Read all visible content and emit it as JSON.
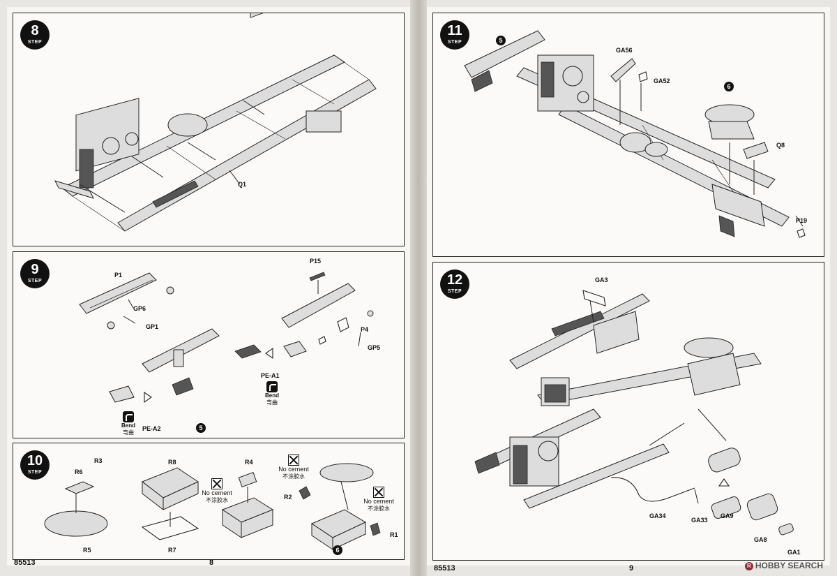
{
  "left_page": {
    "page_number": "8",
    "product_code": "85513",
    "step8": {
      "number": "8",
      "step_label": "STEP",
      "parts": {
        "q1": "Q1"
      }
    },
    "step9": {
      "number": "9",
      "step_label": "STEP",
      "parts": {
        "p1": "P1",
        "gp6": "GP6",
        "gp1": "GP1",
        "p15": "P15",
        "p4": "P4",
        "gp5": "GP5",
        "pe_a1": "PE-A1",
        "pe_a2": "PE-A2"
      },
      "bend1": {
        "en": "Bend",
        "zh": "弯曲"
      },
      "bend2": {
        "en": "Bend",
        "zh": "弯曲"
      },
      "callout": "5"
    },
    "step10": {
      "number": "10",
      "step_label": "STEP",
      "parts": {
        "r3": "R3",
        "r6": "R6",
        "r5": "R5",
        "r8": "R8",
        "r7": "R7",
        "r4": "R4",
        "r2": "R2",
        "r1": "R1"
      },
      "no_cement1": {
        "en": "No cement",
        "zh": "不涂胶水"
      },
      "no_cement2": {
        "en": "No cement",
        "zh": "不涂胶水"
      },
      "no_cement3": {
        "en": "No cement",
        "zh": "不涂胶水"
      },
      "callout": "6"
    }
  },
  "right_page": {
    "page_number": "9",
    "product_code": "85513",
    "watermark": "HOBBY SEARCH",
    "watermark_mark": "R",
    "step11": {
      "number": "11",
      "step_label": "STEP",
      "parts": {
        "ga56": "GA56",
        "ga52": "GA52",
        "q8": "Q8",
        "p19": "P19"
      },
      "callout_a": "5",
      "callout_b": "6"
    },
    "step12": {
      "number": "12",
      "step_label": "STEP",
      "parts": {
        "ga3": "GA3",
        "ga34": "GA34",
        "ga33": "GA33",
        "ga9": "GA9",
        "ga8": "GA8",
        "ga1": "GA1"
      }
    }
  }
}
